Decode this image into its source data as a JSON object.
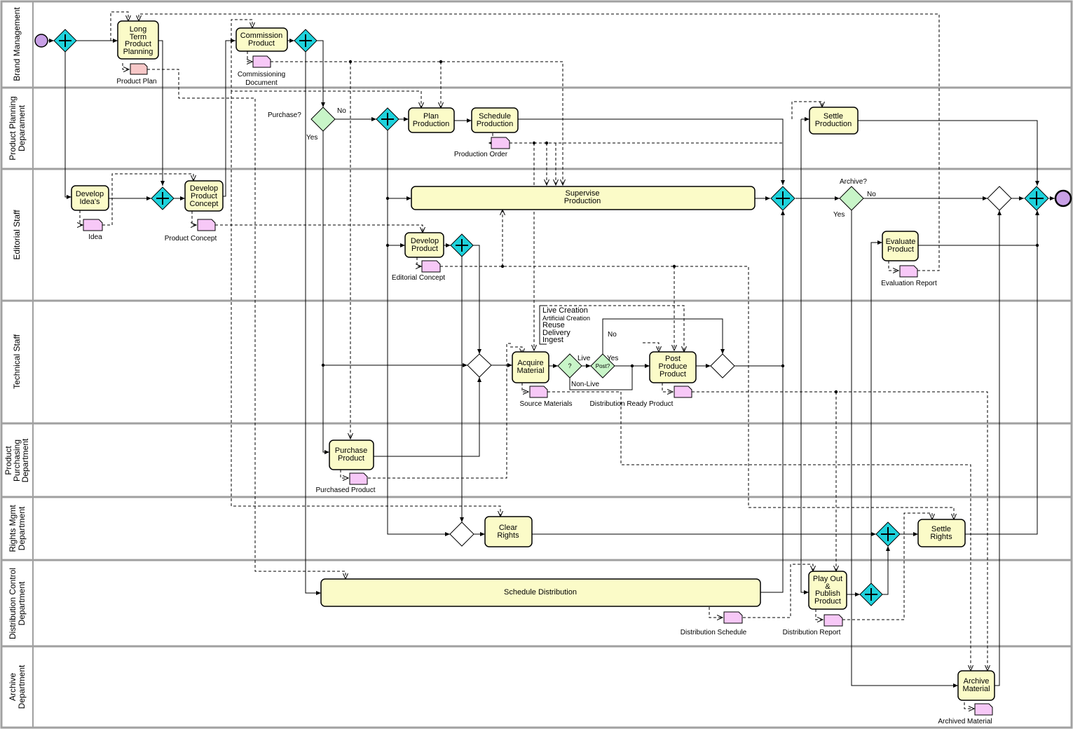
{
  "lanes": [
    {
      "label_lines": [
        "Brand Management"
      ]
    },
    {
      "label_lines": [
        "Product Planning",
        "Deparament"
      ]
    },
    {
      "label_lines": [
        "Editorial Staff"
      ]
    },
    {
      "label_lines": [
        "Technical Staff"
      ]
    },
    {
      "label_lines": [
        "Product",
        "Purchasing",
        "Department"
      ]
    },
    {
      "label_lines": [
        "Rights Mgmt",
        "Department"
      ]
    },
    {
      "label_lines": [
        "Distribution Control",
        "Department"
      ]
    },
    {
      "label_lines": [
        "Archive",
        "Department"
      ]
    }
  ],
  "tasks": {
    "long_term_planning": [
      "Long",
      "Term",
      "Product",
      "Planning"
    ],
    "commission_product": [
      "Commission",
      "Product"
    ],
    "plan_production": [
      "Plan",
      "Production"
    ],
    "schedule_production": [
      "Schedule",
      "Production"
    ],
    "settle_production": [
      "Settle",
      "Production"
    ],
    "develop_ideas": [
      "Develop",
      "Idea's"
    ],
    "develop_concept": [
      "Develop",
      "Product",
      "Concept"
    ],
    "supervise_production": [
      "Supervise",
      "Production"
    ],
    "develop_product": [
      "Develop",
      "Product"
    ],
    "evaluate_product": [
      "Evaluate",
      "Product"
    ],
    "acquire_material": [
      "Acquire",
      "Material"
    ],
    "post_produce": [
      "Post",
      "Produce",
      "Product"
    ],
    "purchase_product": [
      "Purchase",
      "Product"
    ],
    "clear_rights": [
      "Clear",
      "Rights"
    ],
    "settle_rights": [
      "Settle",
      "Rights"
    ],
    "schedule_distribution": [
      "Schedule Distribution"
    ],
    "play_out": [
      "Play Out",
      "&",
      "Publish",
      "Product"
    ],
    "archive_material": [
      "Archive",
      "Material"
    ]
  },
  "documents": {
    "product_plan": [
      "Product Plan"
    ],
    "commissioning_document": [
      "Commissioning",
      "Document"
    ],
    "production_order": [
      "Production Order"
    ],
    "idea": [
      "Idea"
    ],
    "product_concept": [
      "Product Concept"
    ],
    "editorial_concept": [
      "Editorial Concept"
    ],
    "evaluation_report": [
      "Evaluation Report"
    ],
    "source_materials": [
      "Source Materials"
    ],
    "distribution_ready": [
      "Distribution Ready Product"
    ],
    "purchased_product": [
      "Purchased Product"
    ],
    "distribution_schedule": [
      "Distribution Schedule"
    ],
    "distribution_report": [
      "Distribution Report"
    ],
    "archived_material": [
      "Archived Material"
    ]
  },
  "gateways": {
    "purchase_label": "Purchase?",
    "purchase_no": "No",
    "purchase_yes": "Yes",
    "archive_label": "Archive?",
    "archive_no": "No",
    "archive_yes": "Yes",
    "question_mark": "?",
    "post_label": "Post?",
    "live_label": "Live",
    "nonlive_label": "Non-Live",
    "post_yes": "Yes",
    "post_no": "No"
  },
  "annotation": [
    "Live Creation",
    "Artificial Creation",
    "Reuse",
    "Delivery",
    "Ingest"
  ],
  "colors": {
    "task_fill": "#fbfbc8",
    "parallel_gateway": "#1ed2dc",
    "exclusive_gateway": "#c8f5c8",
    "document_pink": "#f7c8f7",
    "document_plan": "#f8c8c8",
    "start_event": "#c8a0e6",
    "lane_border": "#a0a0a0"
  }
}
